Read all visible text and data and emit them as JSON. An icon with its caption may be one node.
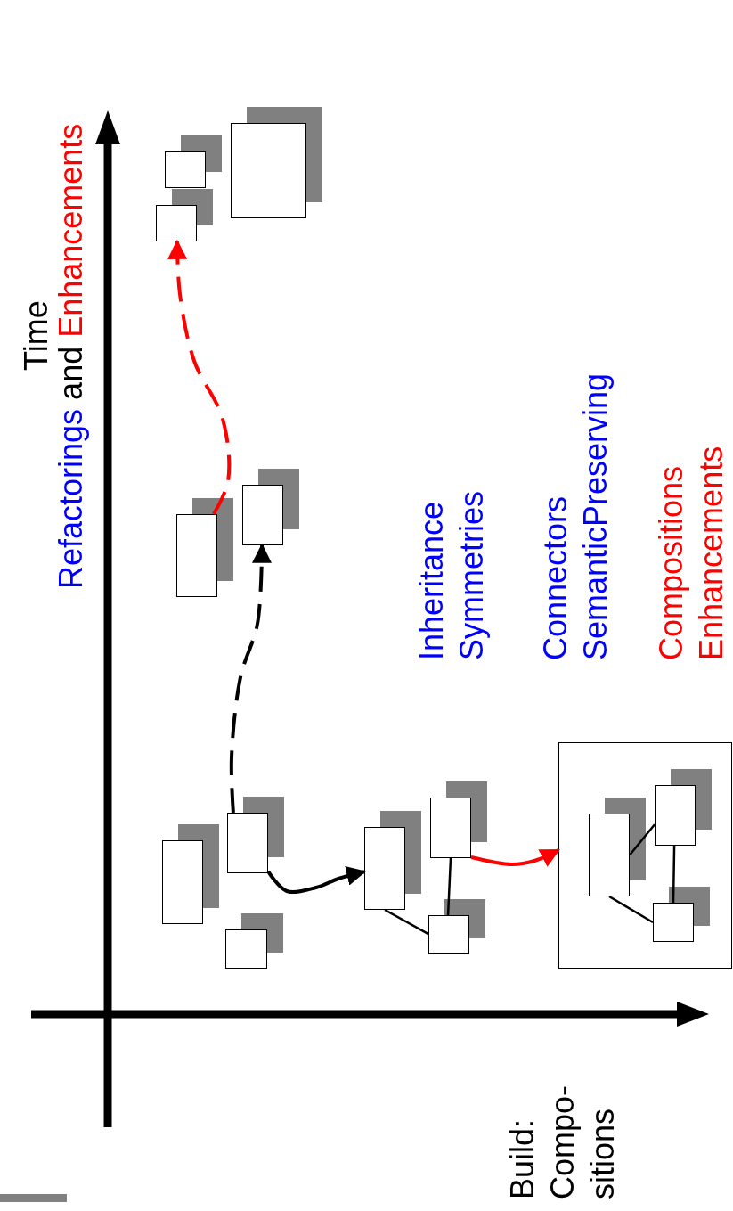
{
  "diagram": {
    "nodes": [
      {
        "text": [],
        "shape": "box"
      },
      {
        "text": [],
        "shape": "box"
      },
      {
        "text": [],
        "shape": "box"
      },
      {
        "text": [],
        "shape": "box"
      },
      {
        "text": [],
        "shape": "box"
      },
      {
        "text": [],
        "shape": "box"
      },
      {
        "text": [],
        "shape": "box"
      },
      {
        "text": [],
        "shape": "box",
        "in": 6
      },
      {
        "text": [],
        "shape": "box",
        "in": 6
      },
      {
        "text": [],
        "shape": "box",
        "in": 6
      },
      {
        "text": [],
        "shape": "box"
      },
      {
        "text": [],
        "shape": "box"
      },
      {
        "text": [],
        "shape": "box"
      },
      {
        "text": [],
        "shape": "box"
      },
      {
        "text": [],
        "shape": "box"
      }
    ],
    "edges": [
      {
        "from": 1,
        "to": 3,
        "arrow": "to"
      },
      {
        "from": 4,
        "to": 6,
        "arrow": "to",
        "color": "#ff0000"
      },
      {
        "from": 1,
        "to": 11,
        "arrow": "to",
        "style": "dashed"
      },
      {
        "from": 10,
        "to": 13,
        "arrow": "to",
        "style": "dashed",
        "color": "#ff0000"
      },
      {
        "from": 3,
        "to": 5,
        "arrow": "none"
      },
      {
        "from": 4,
        "to": 5,
        "arrow": "none"
      },
      {
        "from": 7,
        "to": 8,
        "arrow": "none"
      },
      {
        "from": 8,
        "to": 9,
        "arrow": "none"
      },
      {
        "from": 7,
        "to": 9,
        "arrow": "none"
      }
    ],
    "labels": [
      "Time",
      "Refactorings",
      "and",
      "Enhancements",
      "Inheritance Symmetries",
      "Connectors SemanticPreserving",
      "Compositions Enhancements",
      "Build: Compo- sitions"
    ]
  }
}
